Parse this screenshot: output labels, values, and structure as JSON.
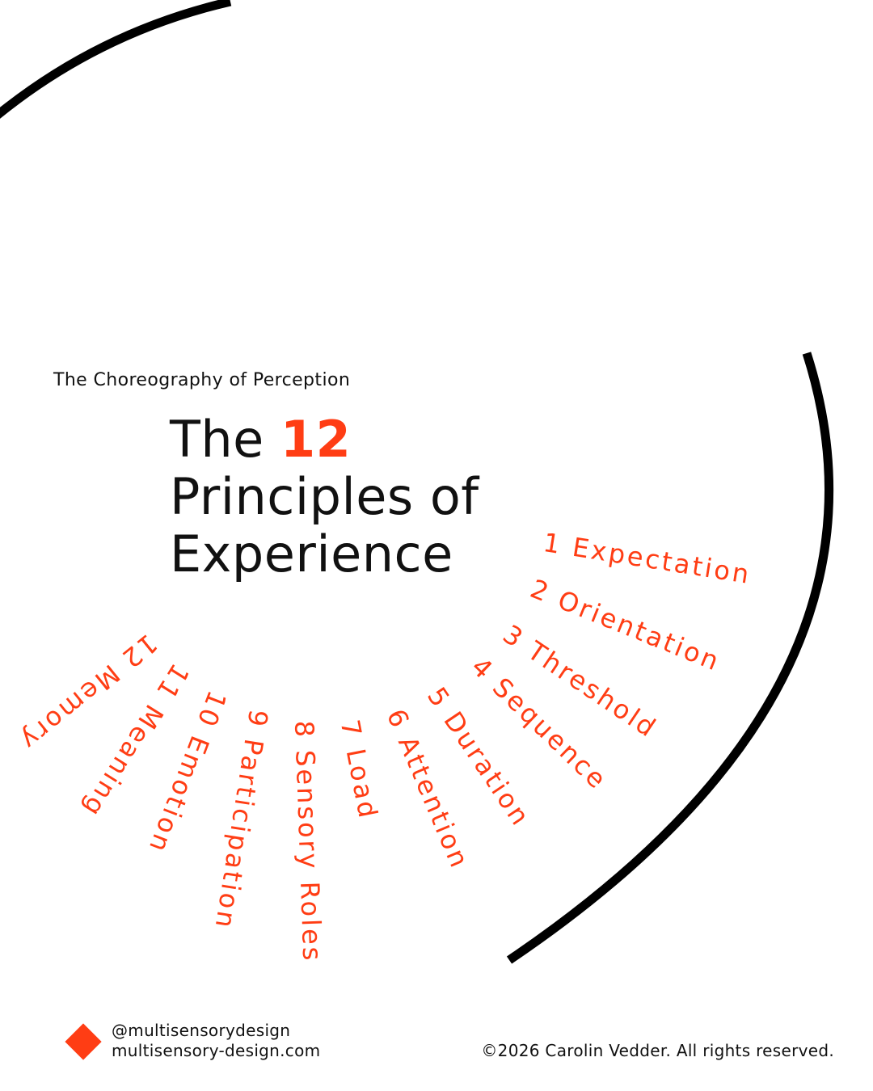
{
  "brand": {
    "accent_color": "#ff3d14",
    "text_color": "#111111",
    "arc_color": "#000000"
  },
  "header": {
    "subtitle": "The Choreography of Perception",
    "title_prefix": "The",
    "title_number": "12",
    "title_line2": "Principles of",
    "title_line3": "Experience"
  },
  "principles": [
    "1 Expectation",
    "2 Orientation",
    "3 Threshold",
    "4 Sequence",
    "5 Duration",
    "6 Attention",
    "7 Load",
    "8 Sensory Roles",
    "9 Participation",
    "10 Emotion",
    "11 Meaning",
    "12 Memory"
  ],
  "footer": {
    "handle": "@multisensorydesign",
    "website": "multisensory-design.com",
    "copyright": "©2026 Carolin Vedder. All rights reserved."
  }
}
